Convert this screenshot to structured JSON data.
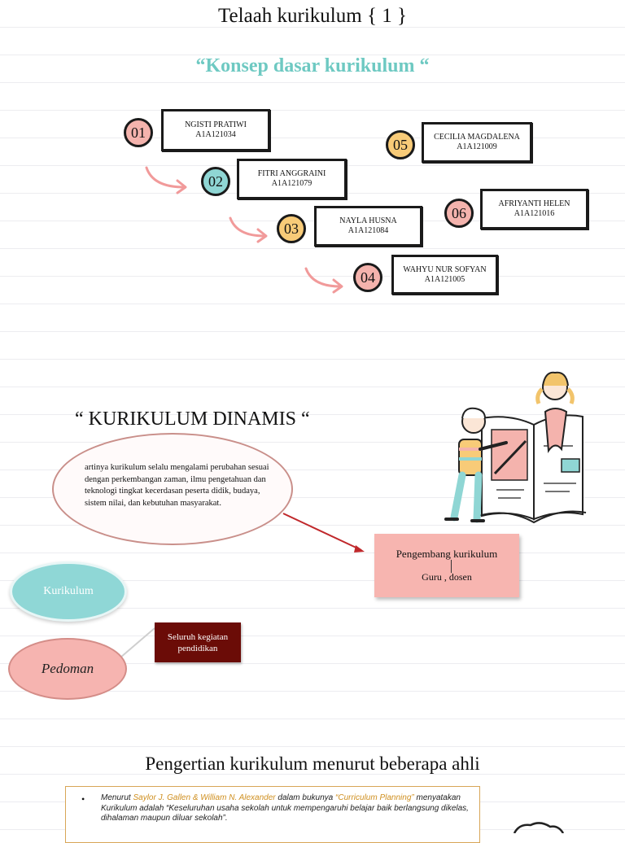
{
  "title": "Telaah kurikulum { 1 }",
  "subtitle": "“Konsep dasar kurikulum  “",
  "members": [
    {
      "num": "01",
      "name": "NGISTI PRATIWI",
      "id": "A1A121034"
    },
    {
      "num": "02",
      "name": "FITRI ANGGRAINI",
      "id": "A1A121079"
    },
    {
      "num": "03",
      "name": "NAYLA HUSNA",
      "id": "A1A121084"
    },
    {
      "num": "04",
      "name": "WAHYU NUR SOFYAN",
      "id": "A1A121005"
    },
    {
      "num": "05",
      "name": "CECILIA MAGDALENA",
      "id": "A1A121009"
    },
    {
      "num": "06",
      "name": "AFRIYANTI HELEN",
      "id": "A1A121016"
    }
  ],
  "dinamis": {
    "heading": "“ KURIKULUM DINAMIS “",
    "description": "artinya kurikulum selalu mengalami perubahan sesuai dengan perkembangan zaman, ilmu pengetahuan dan teknologi tingkat kecerdasan peserta didik, budaya, sistem nilai, dan kebutuhan masyarakat.",
    "pengembang_title": "Pengembang kurikulum",
    "pengembang_sub": "Guru , dosen"
  },
  "kurikulum_label": "Kurikulum",
  "pedoman_label": "Pedoman",
  "seluruh_line1": "Seluruh kegiatan",
  "seluruh_line2": "pendidikan",
  "pengertian": {
    "heading": "Pengertian kurikulum menurut beberapa ahli",
    "bullet": "•",
    "text_1": "Menurut ",
    "authors": "Saylor J. Gallen & William N. Alexander",
    "text_2": " dalam bukunya ",
    "book": "“Curriculum Planning”",
    "text_3": " menyatakan Kurikulum adalah “Keseluruhan usaha sekolah untuk mempengaruhi belajar baik berlangsung dikelas, dihalaman maupun diluar sekolah”."
  },
  "colors": {
    "subtitle": "#6ec9c2",
    "pink": "#f4b3ad",
    "teal": "#8fd6d4",
    "yellow": "#f8cb78",
    "maroon": "#6b0c07",
    "arrow_red": "#c0282b"
  }
}
